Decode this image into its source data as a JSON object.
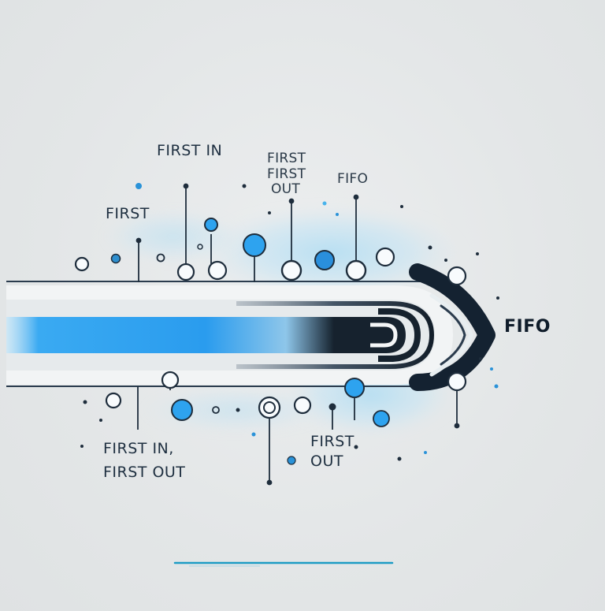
{
  "labels": {
    "first_in_top": "FIRST IN",
    "first_left": "FIRST",
    "stack_line1": "FIRST",
    "stack_line2": "FIRST",
    "stack_line3": "OUT",
    "fifo_small": "FIFO",
    "fifo_main": "FIFO",
    "first_in_bottom_line1": "FIRST IN,",
    "first_in_bottom_line2": "FIRST OUT",
    "first_out_line1": "FIRST",
    "first_out_line2": "OUT"
  },
  "colors": {
    "background": "#e4e7e8",
    "accent_blue": "#2ea3ef",
    "dark_navy": "#122233",
    "mist": "#bfe0f2",
    "teal_line": "#1d9cc4"
  }
}
